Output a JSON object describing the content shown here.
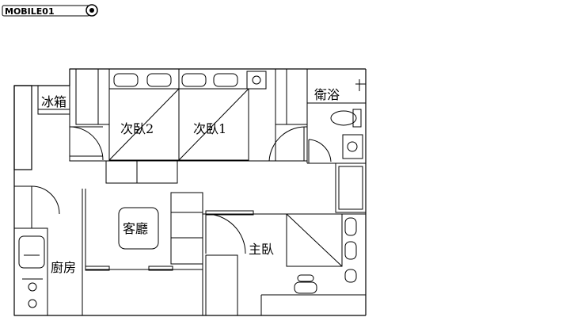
{
  "watermark": {
    "text": "MOBILE01"
  },
  "rooms": {
    "fridge": "冰箱",
    "bedroom2": "次臥2",
    "bedroom1": "次臥1",
    "bathroom": "衛浴",
    "living": "客廳",
    "kitchen": "廚房",
    "master": "主臥"
  },
  "colors": {
    "line": "#000000",
    "background": "#ffffff"
  }
}
